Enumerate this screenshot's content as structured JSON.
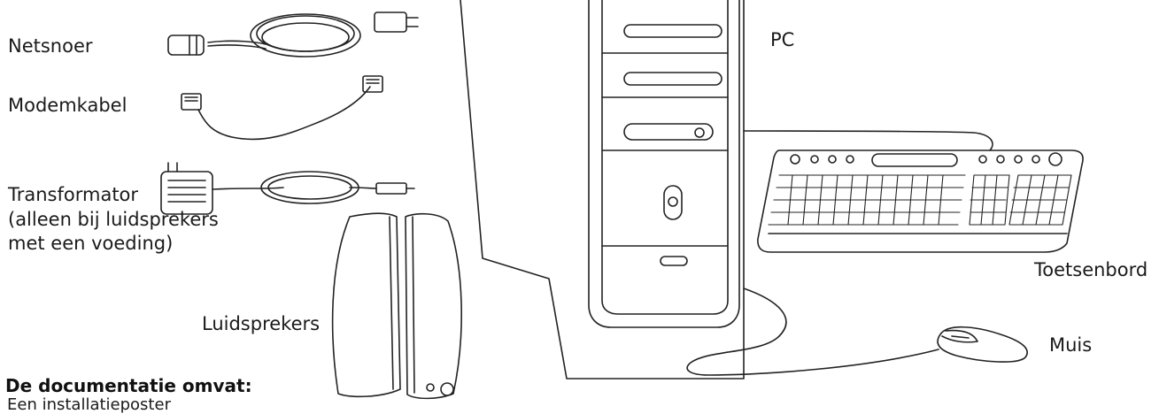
{
  "labels": {
    "power_cord": "Netsnoer",
    "modem_cable": "Modemkabel",
    "transformer_line1": "Transformator",
    "transformer_line2": "(alleen bij luidsprekers",
    "transformer_line3": "met een voeding)",
    "speakers": "Luidsprekers",
    "pc": "PC",
    "keyboard": "Toetsenbord",
    "mouse": "Muis"
  },
  "documentation": {
    "heading": "De documentatie omvat:",
    "first_item_partial": "Een installatieposter"
  }
}
